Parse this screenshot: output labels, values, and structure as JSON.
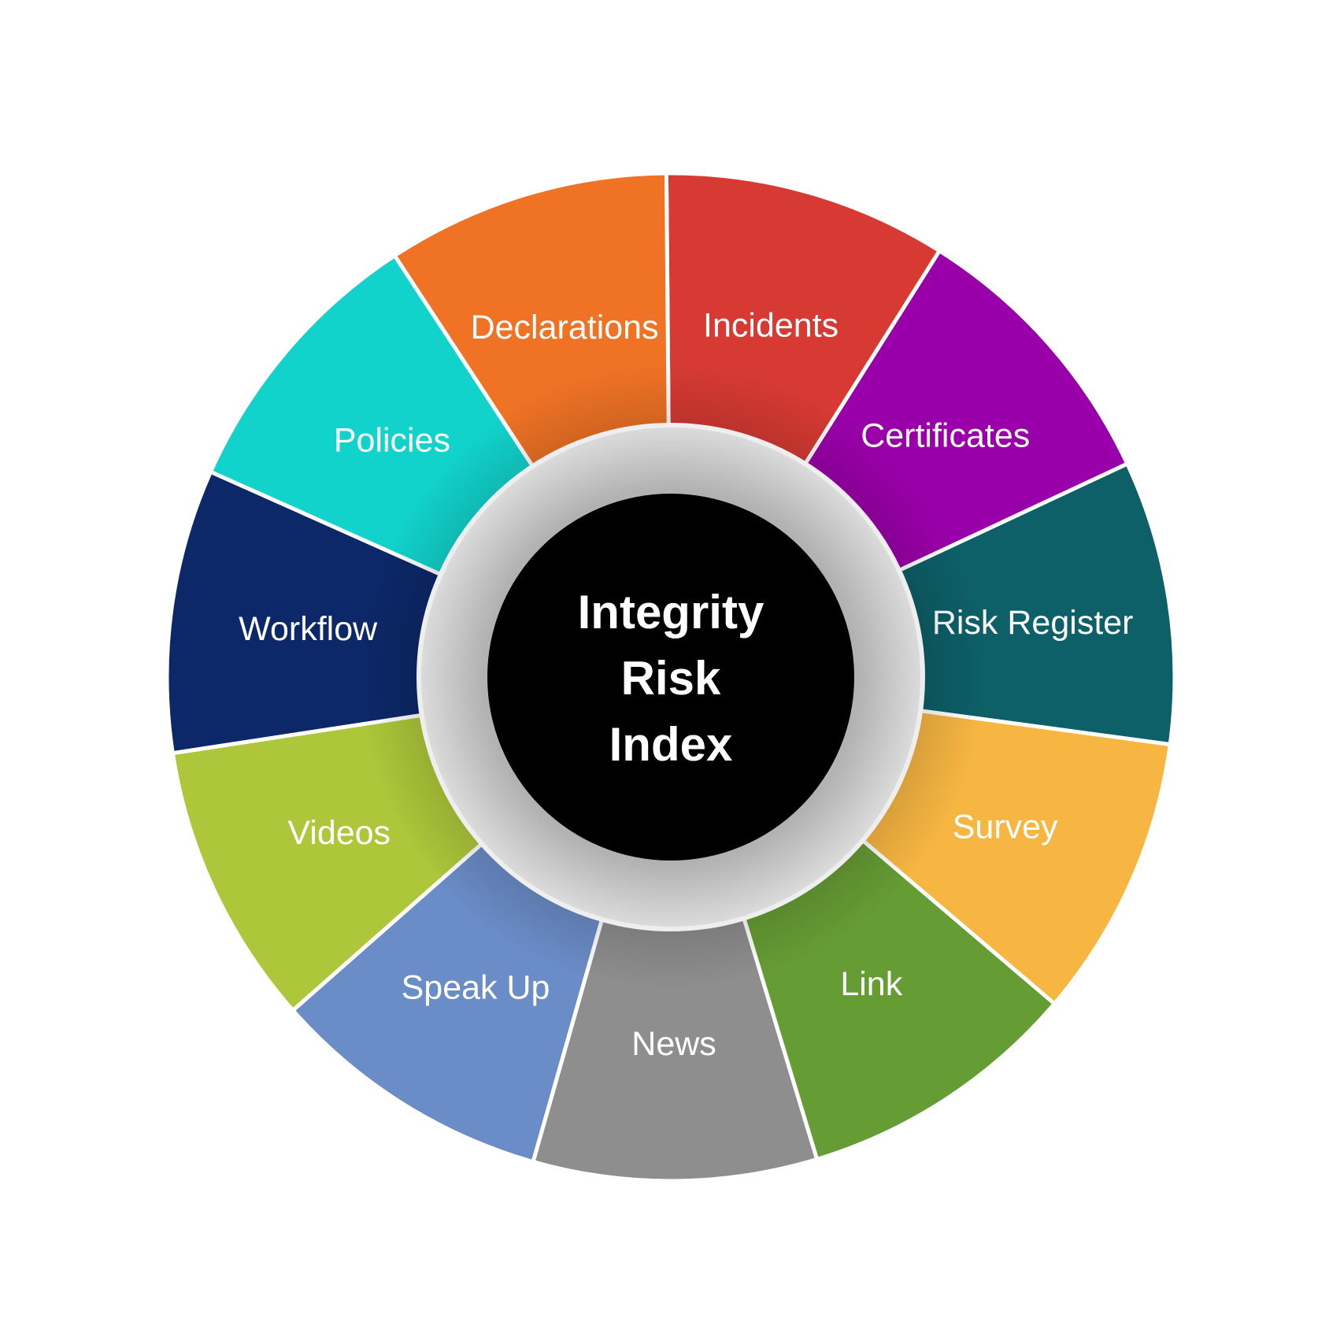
{
  "center": {
    "lines": [
      "Integrity",
      "Risk",
      "Index"
    ]
  },
  "segments": [
    {
      "label": "Incidents",
      "color": "#d63a33"
    },
    {
      "label": "Certificates",
      "color": "#9a00a9"
    },
    {
      "label": "Risk Register",
      "color": "#0d5f68"
    },
    {
      "label": "Survey",
      "color": "#f7b642"
    },
    {
      "label": "Link",
      "color": "#669c34"
    },
    {
      "label": "News",
      "color": "#8e8e8e"
    },
    {
      "label": "Speak Up",
      "color": "#6a8cc7"
    },
    {
      "label": "Videos",
      "color": "#aec73a"
    },
    {
      "label": "Workflow",
      "color": "#0c2868"
    },
    {
      "label": "Policies",
      "color": "#12d3cc"
    },
    {
      "label": "Declarations",
      "color": "#ef7225"
    }
  ]
}
